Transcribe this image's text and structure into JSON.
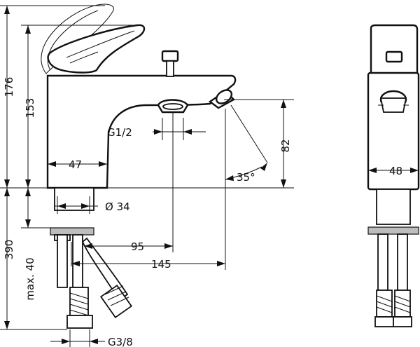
{
  "dimensions": {
    "height_total": "176",
    "height_spout": "153",
    "depth_47": "47",
    "thread_g12": "G1/2",
    "spout_reach": "82",
    "angle": "35°",
    "width_48": "48",
    "diameter": "Ø 34",
    "depth_below": "390",
    "max_40": "max. 40",
    "offset_95": "95",
    "offset_145": "145",
    "thread_g38": "G3/8"
  }
}
